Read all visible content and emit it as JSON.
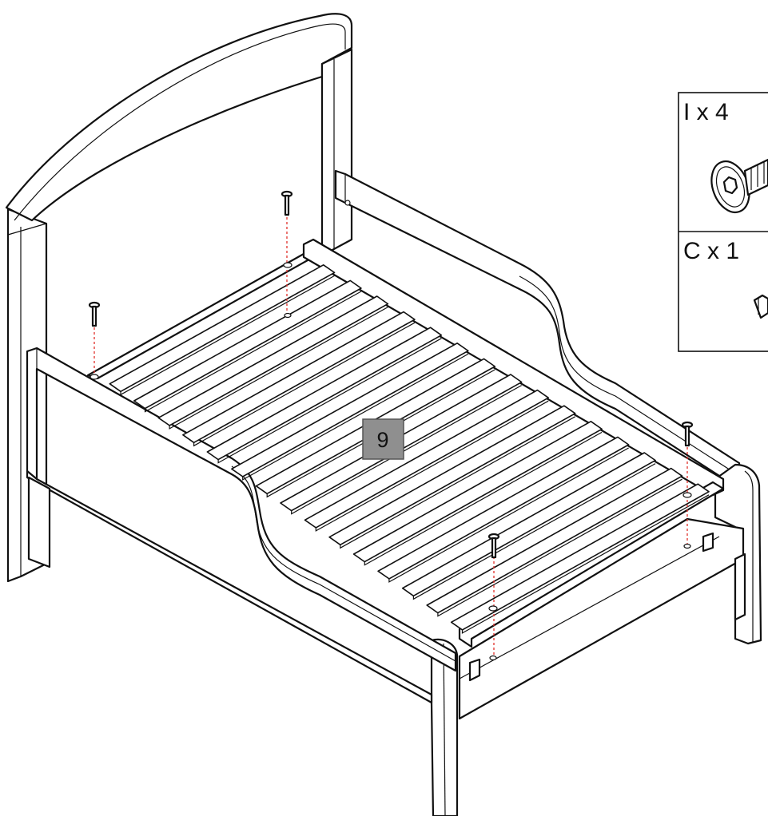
{
  "step": {
    "number": "9",
    "badge_color": "#8f8f8f"
  },
  "parts": [
    {
      "label": "I x 4",
      "icon": "hex-bolt-icon"
    },
    {
      "label": "C x 1",
      "icon": "allen-key-icon"
    }
  ],
  "colors": {
    "line": "#111111",
    "guide_dash": "#e0302a",
    "background": "#ffffff"
  },
  "bed": {
    "slat_count": 15,
    "bolt_count": 4
  }
}
